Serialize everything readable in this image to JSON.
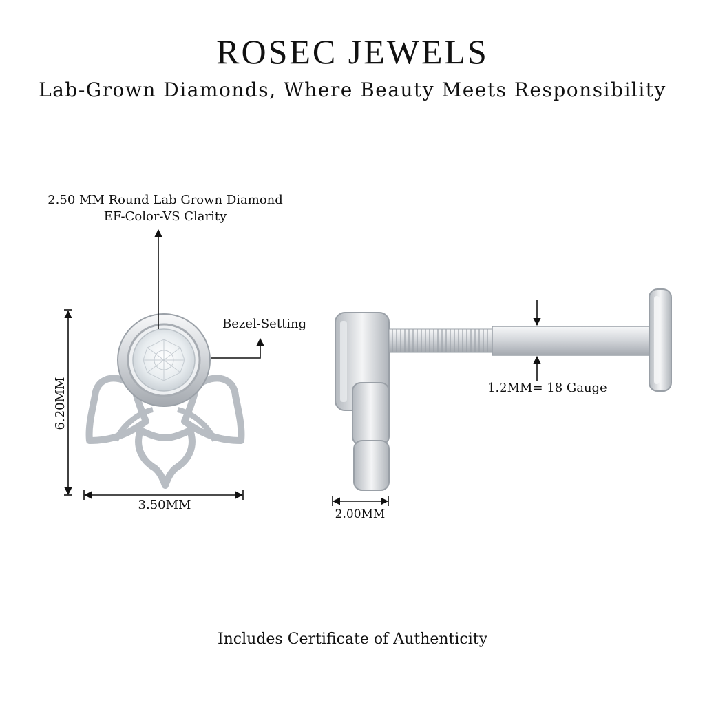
{
  "header": {
    "brand": "ROSEC JEWELS",
    "tagline": "Lab-Grown Diamonds, Where Beauty Meets Responsibility"
  },
  "front_view": {
    "stone_label_line1": "2.50 MM Round Lab Grown Diamond",
    "stone_label_line2": "EF-Color-VS Clarity",
    "setting_label": "Bezel-Setting",
    "height_label": "6.20MM",
    "width_label": "3.50MM"
  },
  "side_view": {
    "gauge_label": "1.2MM= 18 Gauge",
    "depth_label": "2.00MM"
  },
  "footer": {
    "certificate": "Includes Certificate of Authenticity"
  },
  "colors": {
    "metal": "#c9cdd2",
    "metal_dark": "#8e949b",
    "background": "#ffffff",
    "ink": "#111111"
  }
}
